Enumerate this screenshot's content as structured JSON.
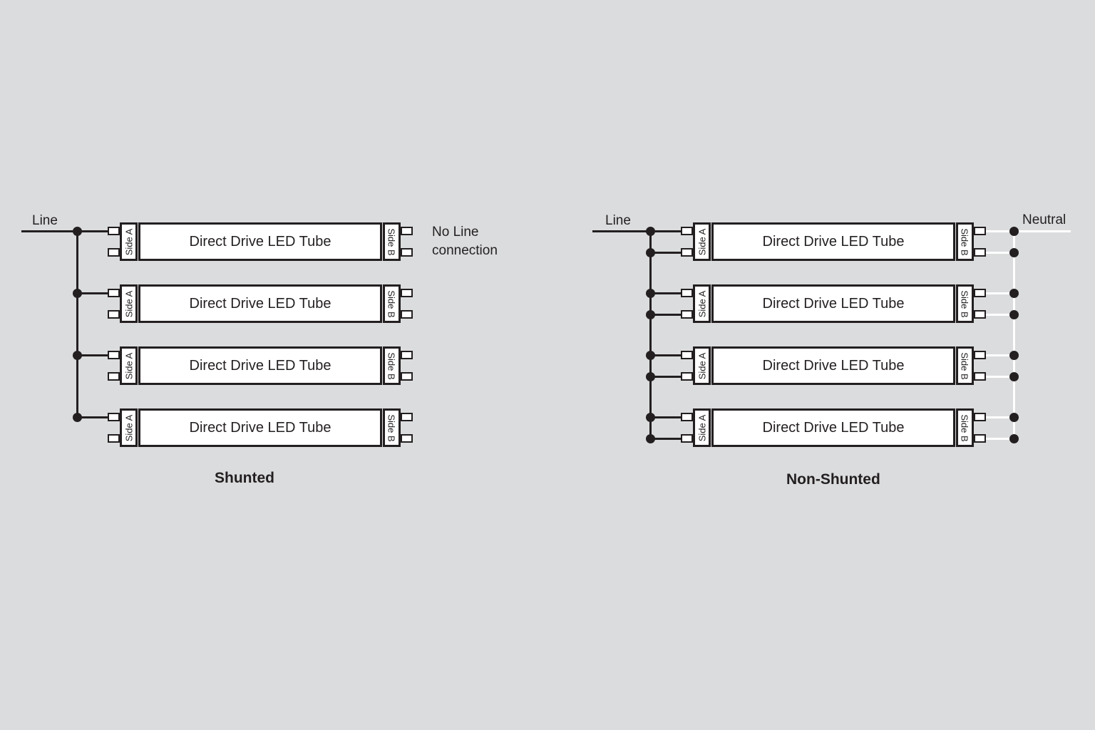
{
  "colors": {
    "background": "#dbdcde",
    "ink": "#231f20",
    "neutral_wire": "#ffffff",
    "tube_fill": "#ffffff"
  },
  "shunted": {
    "title": "Shunted",
    "line_label": "Line",
    "note": "No Line connection",
    "tubes": [
      {
        "label": "Direct Drive LED Tube",
        "side_a": "Side A",
        "side_b": "Side B"
      },
      {
        "label": "Direct Drive LED Tube",
        "side_a": "Side A",
        "side_b": "Side B"
      },
      {
        "label": "Direct Drive LED Tube",
        "side_a": "Side A",
        "side_b": "Side B"
      },
      {
        "label": "Direct Drive LED Tube",
        "side_a": "Side A",
        "side_b": "Side B"
      }
    ]
  },
  "non_shunted": {
    "title": "Non-Shunted",
    "line_label": "Line",
    "neutral_label": "Neutral",
    "tubes": [
      {
        "label": "Direct Drive LED Tube",
        "side_a": "Side A",
        "side_b": "Side B"
      },
      {
        "label": "Direct Drive LED Tube",
        "side_a": "Side A",
        "side_b": "Side B"
      },
      {
        "label": "Direct Drive LED Tube",
        "side_a": "Side A",
        "side_b": "Side B"
      },
      {
        "label": "Direct Drive LED Tube",
        "side_a": "Side A",
        "side_b": "Side B"
      }
    ]
  }
}
